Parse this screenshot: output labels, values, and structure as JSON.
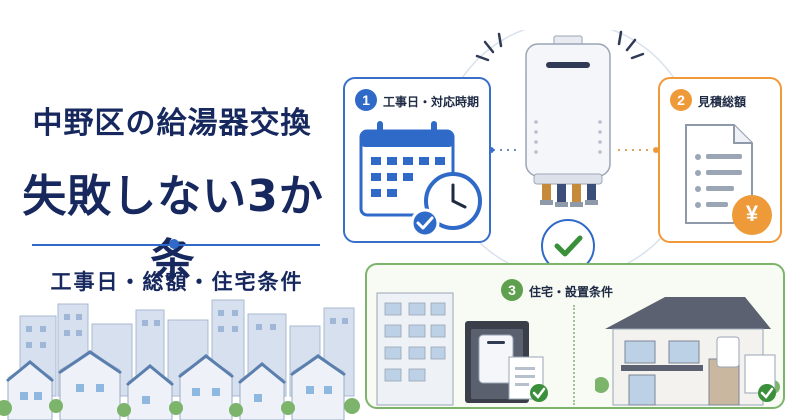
{
  "headline": {
    "line1": "中野区の給湯器交換",
    "line2": "失敗しない3か条",
    "subtitle": "工事日・総額・住宅条件"
  },
  "cards": [
    {
      "number": "1",
      "label": "工事日・対応時期"
    },
    {
      "number": "2",
      "label": "見積総額"
    },
    {
      "number": "3",
      "label": "住宅・設置条件"
    }
  ],
  "icons": {
    "yen_symbol": "¥"
  },
  "colors": {
    "navy": "#16285e",
    "blue": "#2f6ac8",
    "orange": "#ee9a38",
    "green": "#7cb46b"
  }
}
